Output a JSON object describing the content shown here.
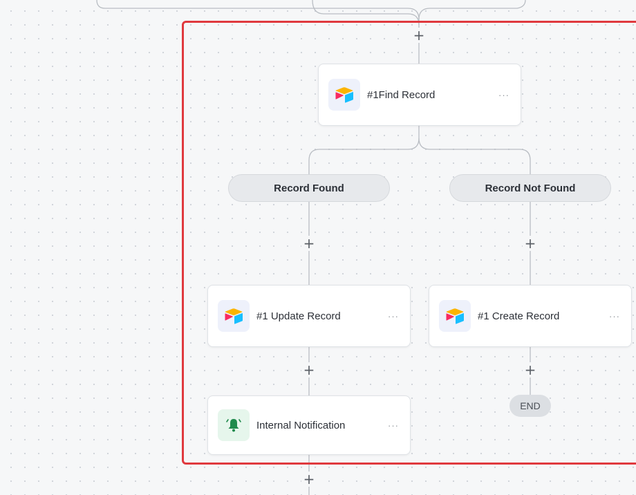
{
  "canvas": {
    "plus_symbol": "+",
    "more_symbol": "···"
  },
  "find_node": {
    "label": "#1Find Record",
    "icon": "airtable-icon"
  },
  "branches": [
    {
      "label": "Record Found"
    },
    {
      "label": "Record Not Found"
    }
  ],
  "update_node": {
    "label": "#1 Update Record",
    "icon": "airtable-icon"
  },
  "create_node": {
    "label": "#1 Create Record",
    "icon": "airtable-icon"
  },
  "notification_node": {
    "label": "Internal Notification",
    "icon": "bell-icon"
  },
  "end_marker": {
    "label": "END"
  },
  "colors": {
    "highlight_border": "#e0393e",
    "bell_green": "#1f8a4c",
    "airtable_yellow": "#fcb400",
    "airtable_red": "#f82b60",
    "airtable_blue": "#18bfff"
  }
}
